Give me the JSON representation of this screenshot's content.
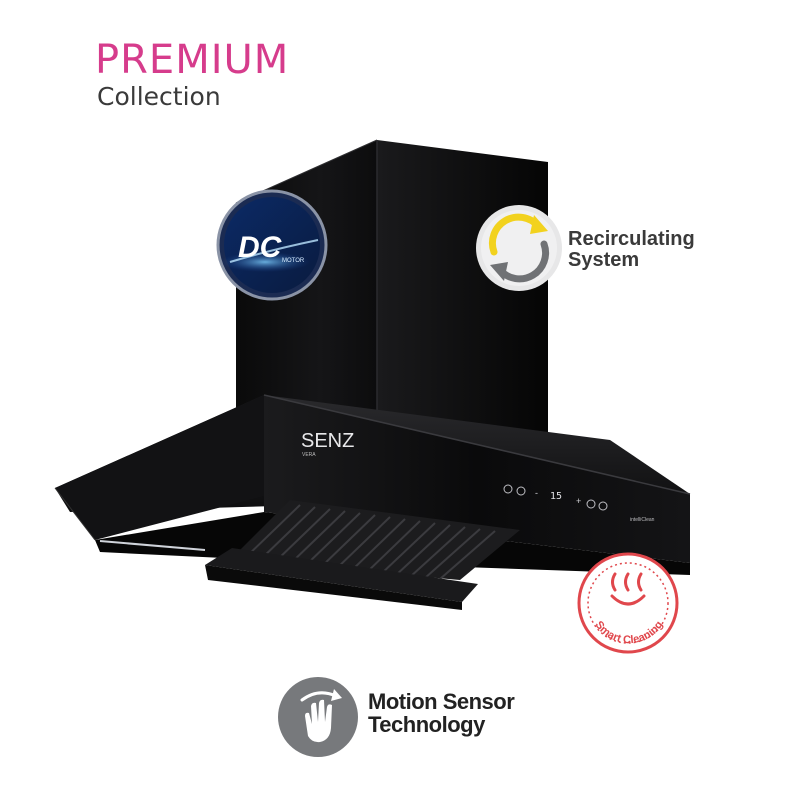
{
  "header": {
    "premium": "PREMIUM",
    "collection": "Collection"
  },
  "features": {
    "dc_motor": {
      "logo_text": "DC",
      "sub_text": "MOTOR",
      "icon": "dc-motor-icon"
    },
    "recirculating": {
      "line1": "Recirculating",
      "line2": "System",
      "icon": "recirculate-arrows-icon"
    },
    "smart_cleaning": {
      "label": "Smart Cleaning",
      "icon": "steam-cleaning-icon"
    },
    "motion_sensor": {
      "line1": "Motion Sensor",
      "line2": "Technology",
      "icon": "hand-wave-icon"
    }
  },
  "product": {
    "brand": "SENZ",
    "model": "VERA",
    "panel_display": "15",
    "panel_minus": "-",
    "panel_plus": "+",
    "side_badge": "intelliClean"
  },
  "colors": {
    "pink": "#d63c8c",
    "dark_text": "#3a3a3a",
    "hood_black": "#0b0b0c",
    "smart_red": "#e0474c",
    "sensor_gray": "#77797c",
    "recirc_yellow": "#f2d21e"
  }
}
